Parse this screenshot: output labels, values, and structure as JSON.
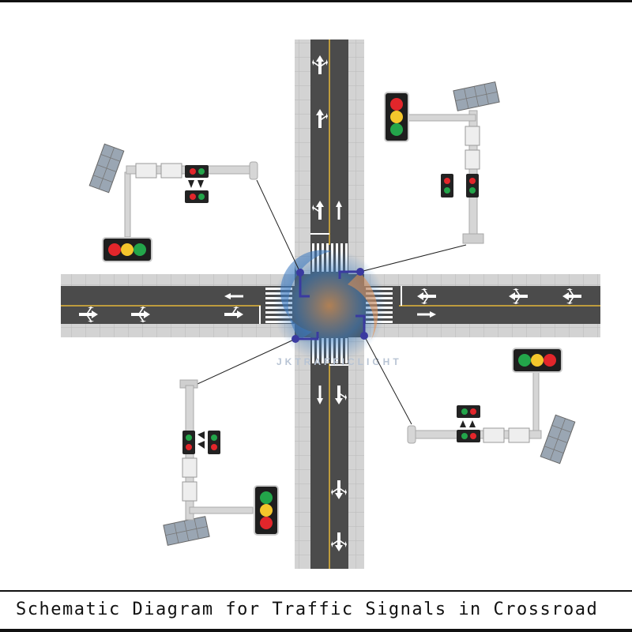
{
  "caption": "Schematic Diagram for Traffic Signals in Crossroad",
  "watermark": "JKTRAFFICLIGHT",
  "colors": {
    "road": "#4b4b4b",
    "sidewalk": "#cfcfcf",
    "lane_line_center": "#e4b73a",
    "signal_red": "#e2262b",
    "signal_yellow": "#f4c62c",
    "signal_green": "#23a54a",
    "pole": "#d6d6d6",
    "controller_link": "#3a3aa0"
  },
  "signals": [
    {
      "id": "nw",
      "heads": [
        "red",
        "yellow",
        "green"
      ],
      "orientation": "horizontal"
    },
    {
      "id": "ne",
      "heads": [
        "red",
        "yellow",
        "green"
      ],
      "orientation": "vertical"
    },
    {
      "id": "se",
      "heads": [
        "green",
        "yellow",
        "red"
      ],
      "orientation": "horizontal"
    },
    {
      "id": "sw",
      "heads": [
        "green",
        "yellow",
        "red"
      ],
      "orientation": "vertical"
    }
  ],
  "icons": [
    "solar-panel-icon",
    "pedestrian-signal-icon",
    "arrow-icon",
    "crosswalk-icon"
  ]
}
